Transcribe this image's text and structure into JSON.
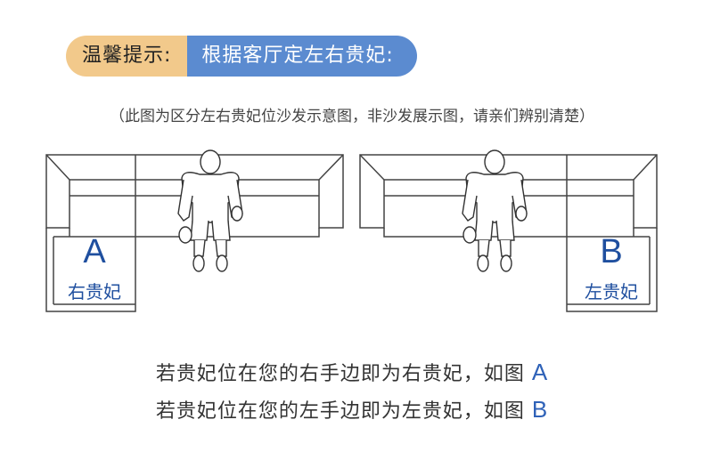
{
  "header": {
    "tip_label": "温馨提示:",
    "tip_text": "根据客厅定左右贵妃:"
  },
  "note": "（此图为区分左右贵妃位沙发示意图，非沙发展示图，请亲们辨别清楚）",
  "sofas": [
    {
      "letter": "A",
      "label": "右贵妃"
    },
    {
      "letter": "B",
      "label": "左贵妃"
    }
  ],
  "explanations": [
    {
      "text": "若贵妃位在您的右手边即为右贵妃，如图 ",
      "tag": "A"
    },
    {
      "text": "若贵妃位在您的左手边即为左贵妃，如图 ",
      "tag": "B"
    }
  ],
  "colors": {
    "tip_label_bg": "#f2c98b",
    "tip_text_bg": "#5b8bd0",
    "accent_blue": "#1f4f9f"
  }
}
